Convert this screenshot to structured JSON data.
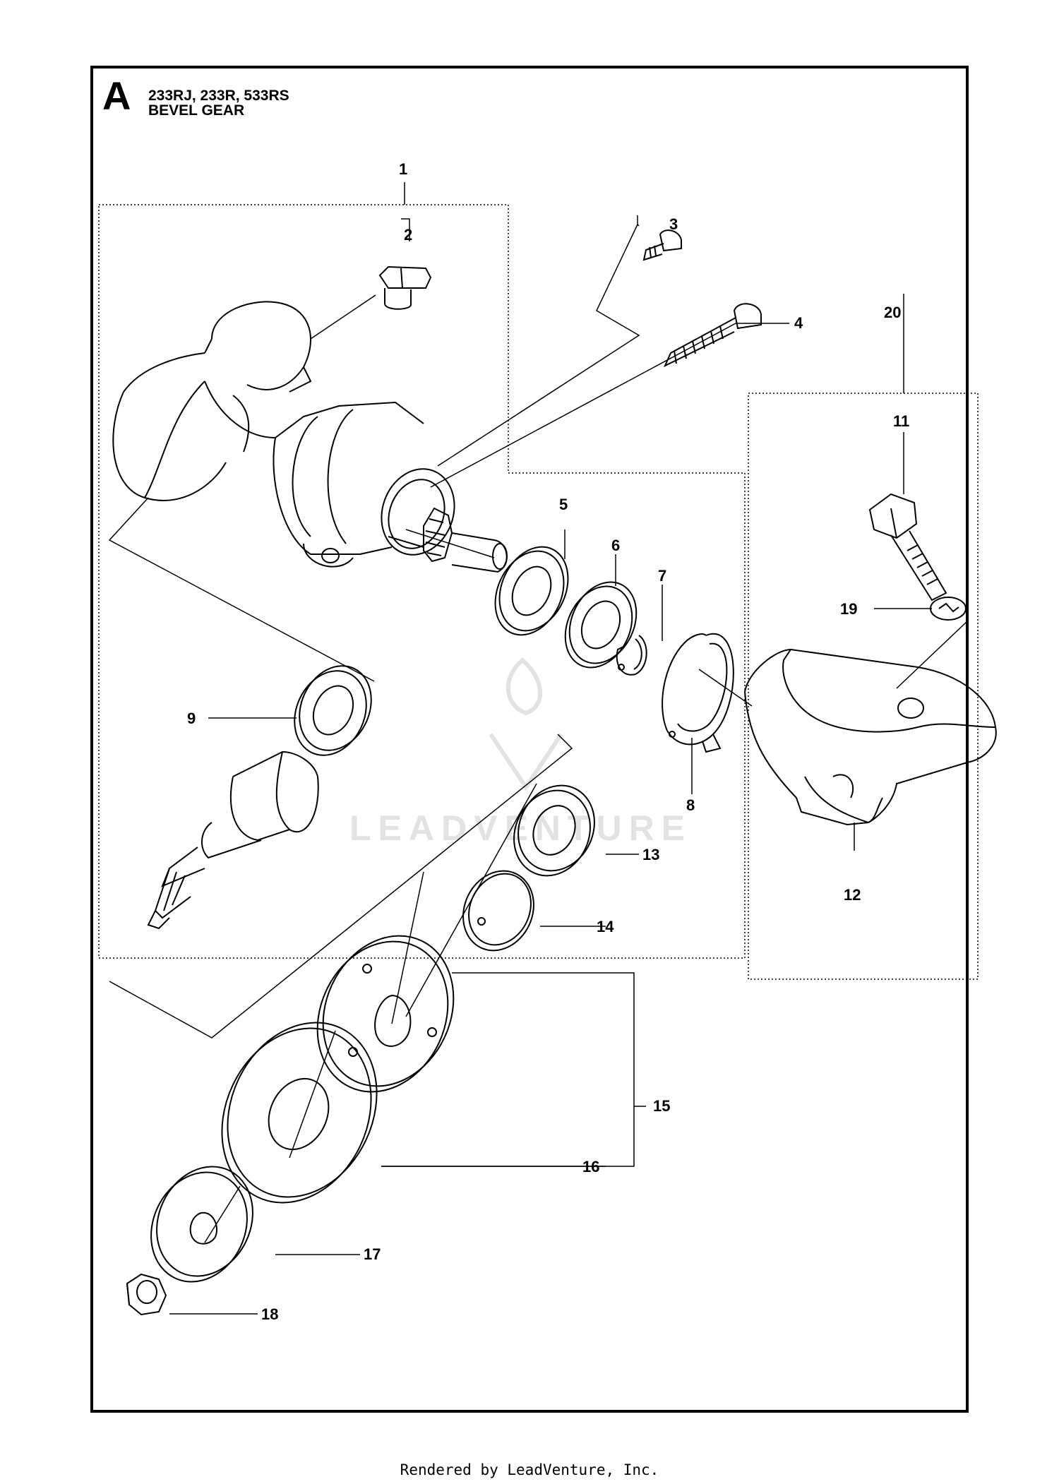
{
  "header": {
    "section_letter": "A",
    "models": "233RJ, 233R, 533RS",
    "section_title": "BEVEL GEAR"
  },
  "callouts": [
    "1",
    "2",
    "3",
    "4",
    "5",
    "6",
    "7",
    "8",
    "9",
    "11",
    "12",
    "13",
    "14",
    "15",
    "16",
    "17",
    "18",
    "19",
    "20"
  ],
  "watermark": "LEADVENTURE",
  "footer": "Rendered by LeadVenture, Inc.",
  "colors": {
    "line": "#000000",
    "watermark": "#e2e2e2"
  }
}
